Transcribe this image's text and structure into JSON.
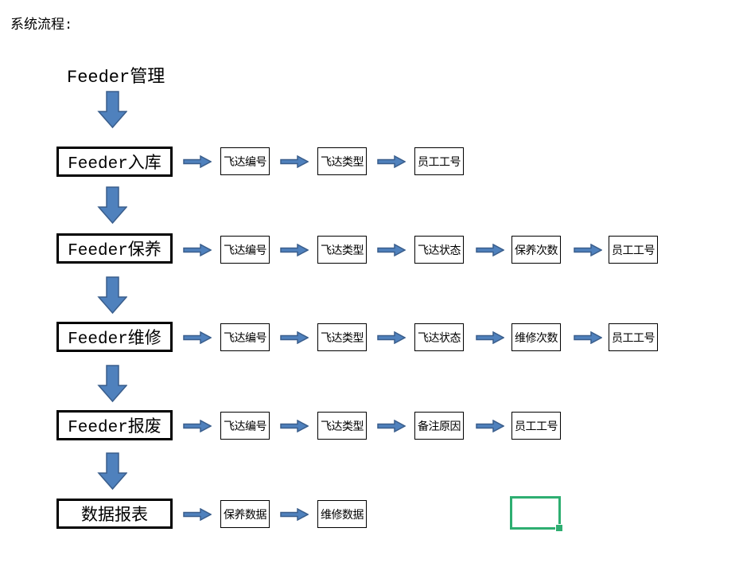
{
  "title": "系统流程:",
  "root": {
    "label": "Feeder管理"
  },
  "colors": {
    "arrow_fill": "#4F81BD",
    "arrow_stroke": "#3A5E8C",
    "box_border": "#000000",
    "selection_green": "#2EAE71"
  },
  "rows": [
    {
      "main": "Feeder入库",
      "items": [
        "飞达编号",
        "飞达类型",
        "员工工号"
      ]
    },
    {
      "main": "Feeder保养",
      "items": [
        "飞达编号",
        "飞达类型",
        "飞达状态",
        "保养次数",
        "员工工号"
      ]
    },
    {
      "main": "Feeder维修",
      "items": [
        "飞达编号",
        "飞达类型",
        "飞达状态",
        "维修次数",
        "员工工号"
      ]
    },
    {
      "main": "Feeder报废",
      "items": [
        "飞达编号",
        "飞达类型",
        "备注原因",
        "员工工号"
      ]
    },
    {
      "main": "数据报表",
      "items": [
        "保养数据",
        "维修数据"
      ]
    }
  ]
}
